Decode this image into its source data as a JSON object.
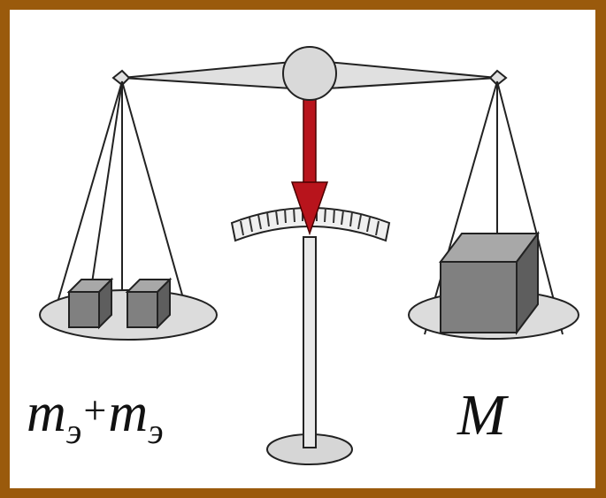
{
  "labels": {
    "left_mass": "m",
    "left_sub": "э",
    "plus": "+",
    "right_mass": "M"
  },
  "colors": {
    "frame": "#9a5a0c",
    "arrow": "#b8141c",
    "weight": "#808080"
  }
}
